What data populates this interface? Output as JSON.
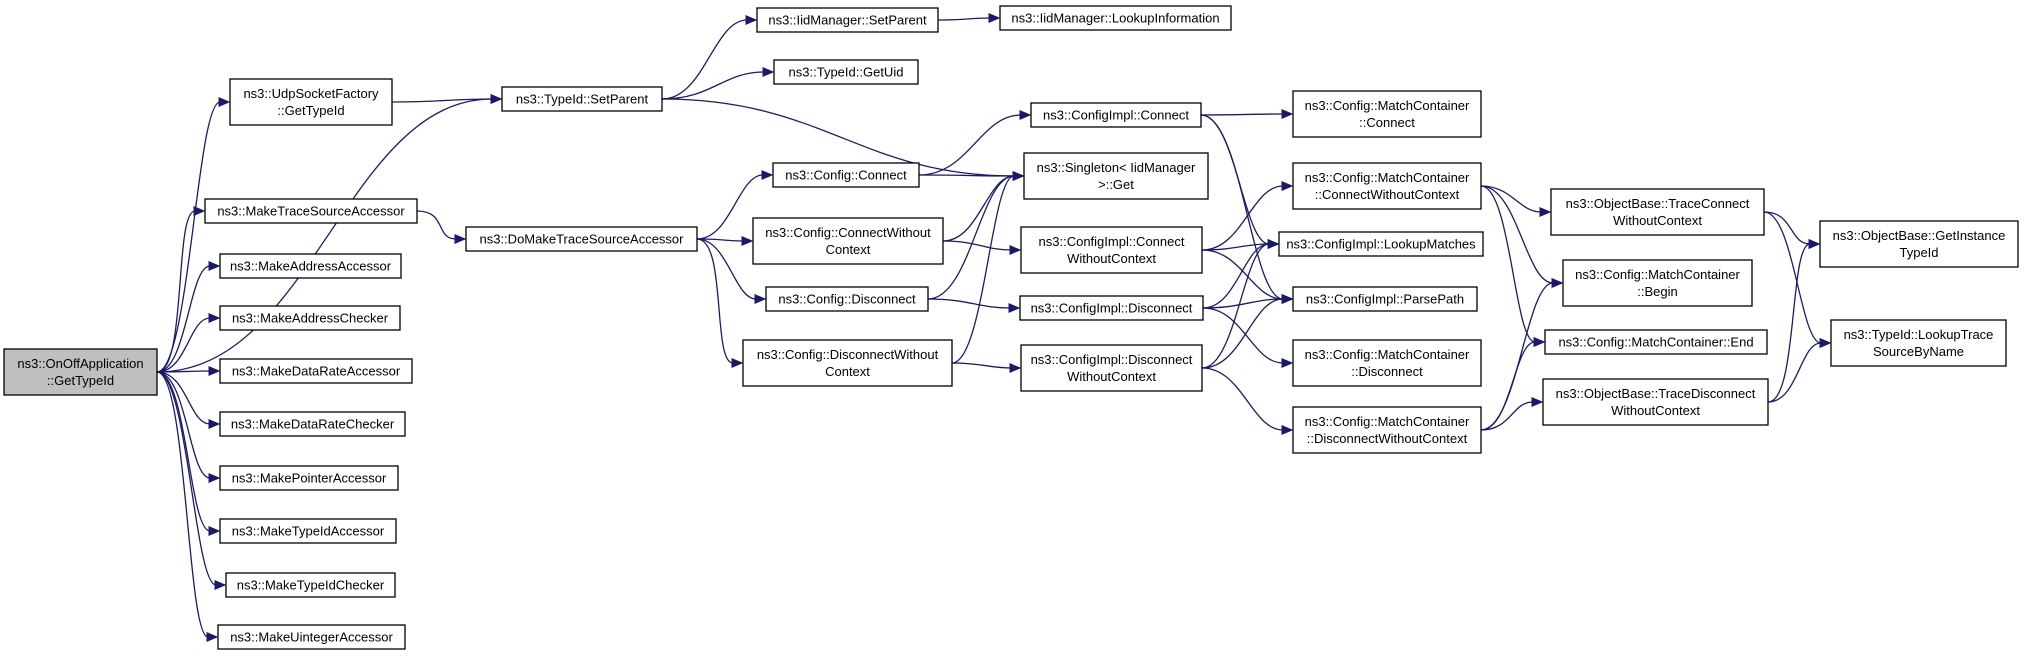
{
  "diagram": {
    "type": "call-graph",
    "colors": {
      "edge": "#191970",
      "root_fill": "#bfbfbf",
      "node_fill": "#ffffff",
      "node_border": "#000000"
    },
    "nodes": {
      "root": [
        "ns3::OnOffApplication",
        "::GetTypeId"
      ],
      "udpFactory": [
        "ns3::UdpSocketFactory",
        "::GetTypeId"
      ],
      "setParent": [
        "ns3::TypeId::SetParent"
      ],
      "iidSetParent": [
        "ns3::IidManager::SetParent"
      ],
      "lookupInfo": [
        "ns3::IidManager::LookupInformation"
      ],
      "getUid": [
        "ns3::TypeId::GetUid"
      ],
      "makeTrace": [
        "ns3::MakeTraceSourceAccessor"
      ],
      "doMakeTrace": [
        "ns3::DoMakeTraceSourceAccessor"
      ],
      "makeAddrAcc": [
        "ns3::MakeAddressAccessor"
      ],
      "makeAddrChk": [
        "ns3::MakeAddressChecker"
      ],
      "makeDRAcc": [
        "ns3::MakeDataRateAccessor"
      ],
      "makeDRChk": [
        "ns3::MakeDataRateChecker"
      ],
      "makePtrAcc": [
        "ns3::MakePointerAccessor"
      ],
      "makeTidAcc": [
        "ns3::MakeTypeIdAccessor"
      ],
      "makeTidChk": [
        "ns3::MakeTypeIdChecker"
      ],
      "makeUintAcc": [
        "ns3::MakeUintegerAccessor"
      ],
      "cfgConnect": [
        "ns3::Config::Connect"
      ],
      "cfgConnectWC": [
        "ns3::Config::ConnectWithout",
        "Context"
      ],
      "cfgDisconnect": [
        "ns3::Config::Disconnect"
      ],
      "cfgDisconnectWC": [
        "ns3::Config::DisconnectWithout",
        "Context"
      ],
      "implConnect": [
        "ns3::ConfigImpl::Connect"
      ],
      "singleton": [
        "ns3::Singleton< IidManager",
        ">::Get"
      ],
      "implConnectWC": [
        "ns3::ConfigImpl::Connect",
        "WithoutContext"
      ],
      "implDisconnect": [
        "ns3::ConfigImpl::Disconnect"
      ],
      "implDisconnectWC": [
        "ns3::ConfigImpl::Disconnect",
        "WithoutContext"
      ],
      "mcConnect": [
        "ns3::Config::MatchContainer",
        "::Connect"
      ],
      "mcConnectWC": [
        "ns3::Config::MatchContainer",
        "::ConnectWithoutContext"
      ],
      "lookupMatches": [
        "ns3::ConfigImpl::LookupMatches"
      ],
      "parsePath": [
        "ns3::ConfigImpl::ParsePath"
      ],
      "mcDisconnect": [
        "ns3::Config::MatchContainer",
        "::Disconnect"
      ],
      "mcDisconnectWC": [
        "ns3::Config::MatchContainer",
        "::DisconnectWithoutContext"
      ],
      "obTraceConnectWC": [
        "ns3::ObjectBase::TraceConnect",
        "WithoutContext"
      ],
      "mcBegin": [
        "ns3::Config::MatchContainer",
        "::Begin"
      ],
      "mcEnd": [
        "ns3::Config::MatchContainer::End"
      ],
      "obTraceDisconnectWC": [
        "ns3::ObjectBase::TraceDisconnect",
        "WithoutContext"
      ],
      "obGetInstanceTid": [
        "ns3::ObjectBase::GetInstance",
        "TypeId"
      ],
      "tidLookupTrace": [
        "ns3::TypeId::LookupTrace",
        "SourceByName"
      ]
    },
    "edges": [
      [
        "root",
        "udpFactory"
      ],
      [
        "root",
        "setParent"
      ],
      [
        "root",
        "makeTrace"
      ],
      [
        "root",
        "makeAddrAcc"
      ],
      [
        "root",
        "makeAddrChk"
      ],
      [
        "root",
        "makeDRAcc"
      ],
      [
        "root",
        "makeDRChk"
      ],
      [
        "root",
        "makePtrAcc"
      ],
      [
        "root",
        "makeTidAcc"
      ],
      [
        "root",
        "makeTidChk"
      ],
      [
        "root",
        "makeUintAcc"
      ],
      [
        "udpFactory",
        "setParent"
      ],
      [
        "setParent",
        "iidSetParent"
      ],
      [
        "setParent",
        "getUid"
      ],
      [
        "setParent",
        "singleton"
      ],
      [
        "iidSetParent",
        "lookupInfo"
      ],
      [
        "makeTrace",
        "doMakeTrace"
      ],
      [
        "doMakeTrace",
        "cfgConnect"
      ],
      [
        "doMakeTrace",
        "cfgConnectWC"
      ],
      [
        "doMakeTrace",
        "cfgDisconnect"
      ],
      [
        "doMakeTrace",
        "cfgDisconnectWC"
      ],
      [
        "cfgConnect",
        "implConnect"
      ],
      [
        "cfgConnect",
        "singleton"
      ],
      [
        "cfgConnectWC",
        "singleton"
      ],
      [
        "cfgConnectWC",
        "implConnectWC"
      ],
      [
        "cfgDisconnect",
        "singleton"
      ],
      [
        "cfgDisconnect",
        "implDisconnect"
      ],
      [
        "cfgDisconnectWC",
        "singleton"
      ],
      [
        "cfgDisconnectWC",
        "implDisconnectWC"
      ],
      [
        "implConnect",
        "mcConnect"
      ],
      [
        "implConnect",
        "lookupMatches"
      ],
      [
        "implConnect",
        "parsePath"
      ],
      [
        "implConnectWC",
        "mcConnectWC"
      ],
      [
        "implConnectWC",
        "lookupMatches"
      ],
      [
        "implConnectWC",
        "parsePath"
      ],
      [
        "implDisconnect",
        "lookupMatches"
      ],
      [
        "implDisconnect",
        "parsePath"
      ],
      [
        "implDisconnect",
        "mcDisconnect"
      ],
      [
        "implDisconnectWC",
        "lookupMatches"
      ],
      [
        "implDisconnectWC",
        "parsePath"
      ],
      [
        "implDisconnectWC",
        "mcDisconnectWC"
      ],
      [
        "mcConnectWC",
        "obTraceConnectWC"
      ],
      [
        "mcConnectWC",
        "mcBegin"
      ],
      [
        "mcConnectWC",
        "mcEnd"
      ],
      [
        "mcDisconnectWC",
        "mcBegin"
      ],
      [
        "mcDisconnectWC",
        "mcEnd"
      ],
      [
        "mcDisconnectWC",
        "obTraceDisconnectWC"
      ],
      [
        "obTraceConnectWC",
        "obGetInstanceTid"
      ],
      [
        "obTraceConnectWC",
        "tidLookupTrace"
      ],
      [
        "obTraceDisconnectWC",
        "obGetInstanceTid"
      ],
      [
        "obTraceDisconnectWC",
        "tidLookupTrace"
      ]
    ]
  }
}
